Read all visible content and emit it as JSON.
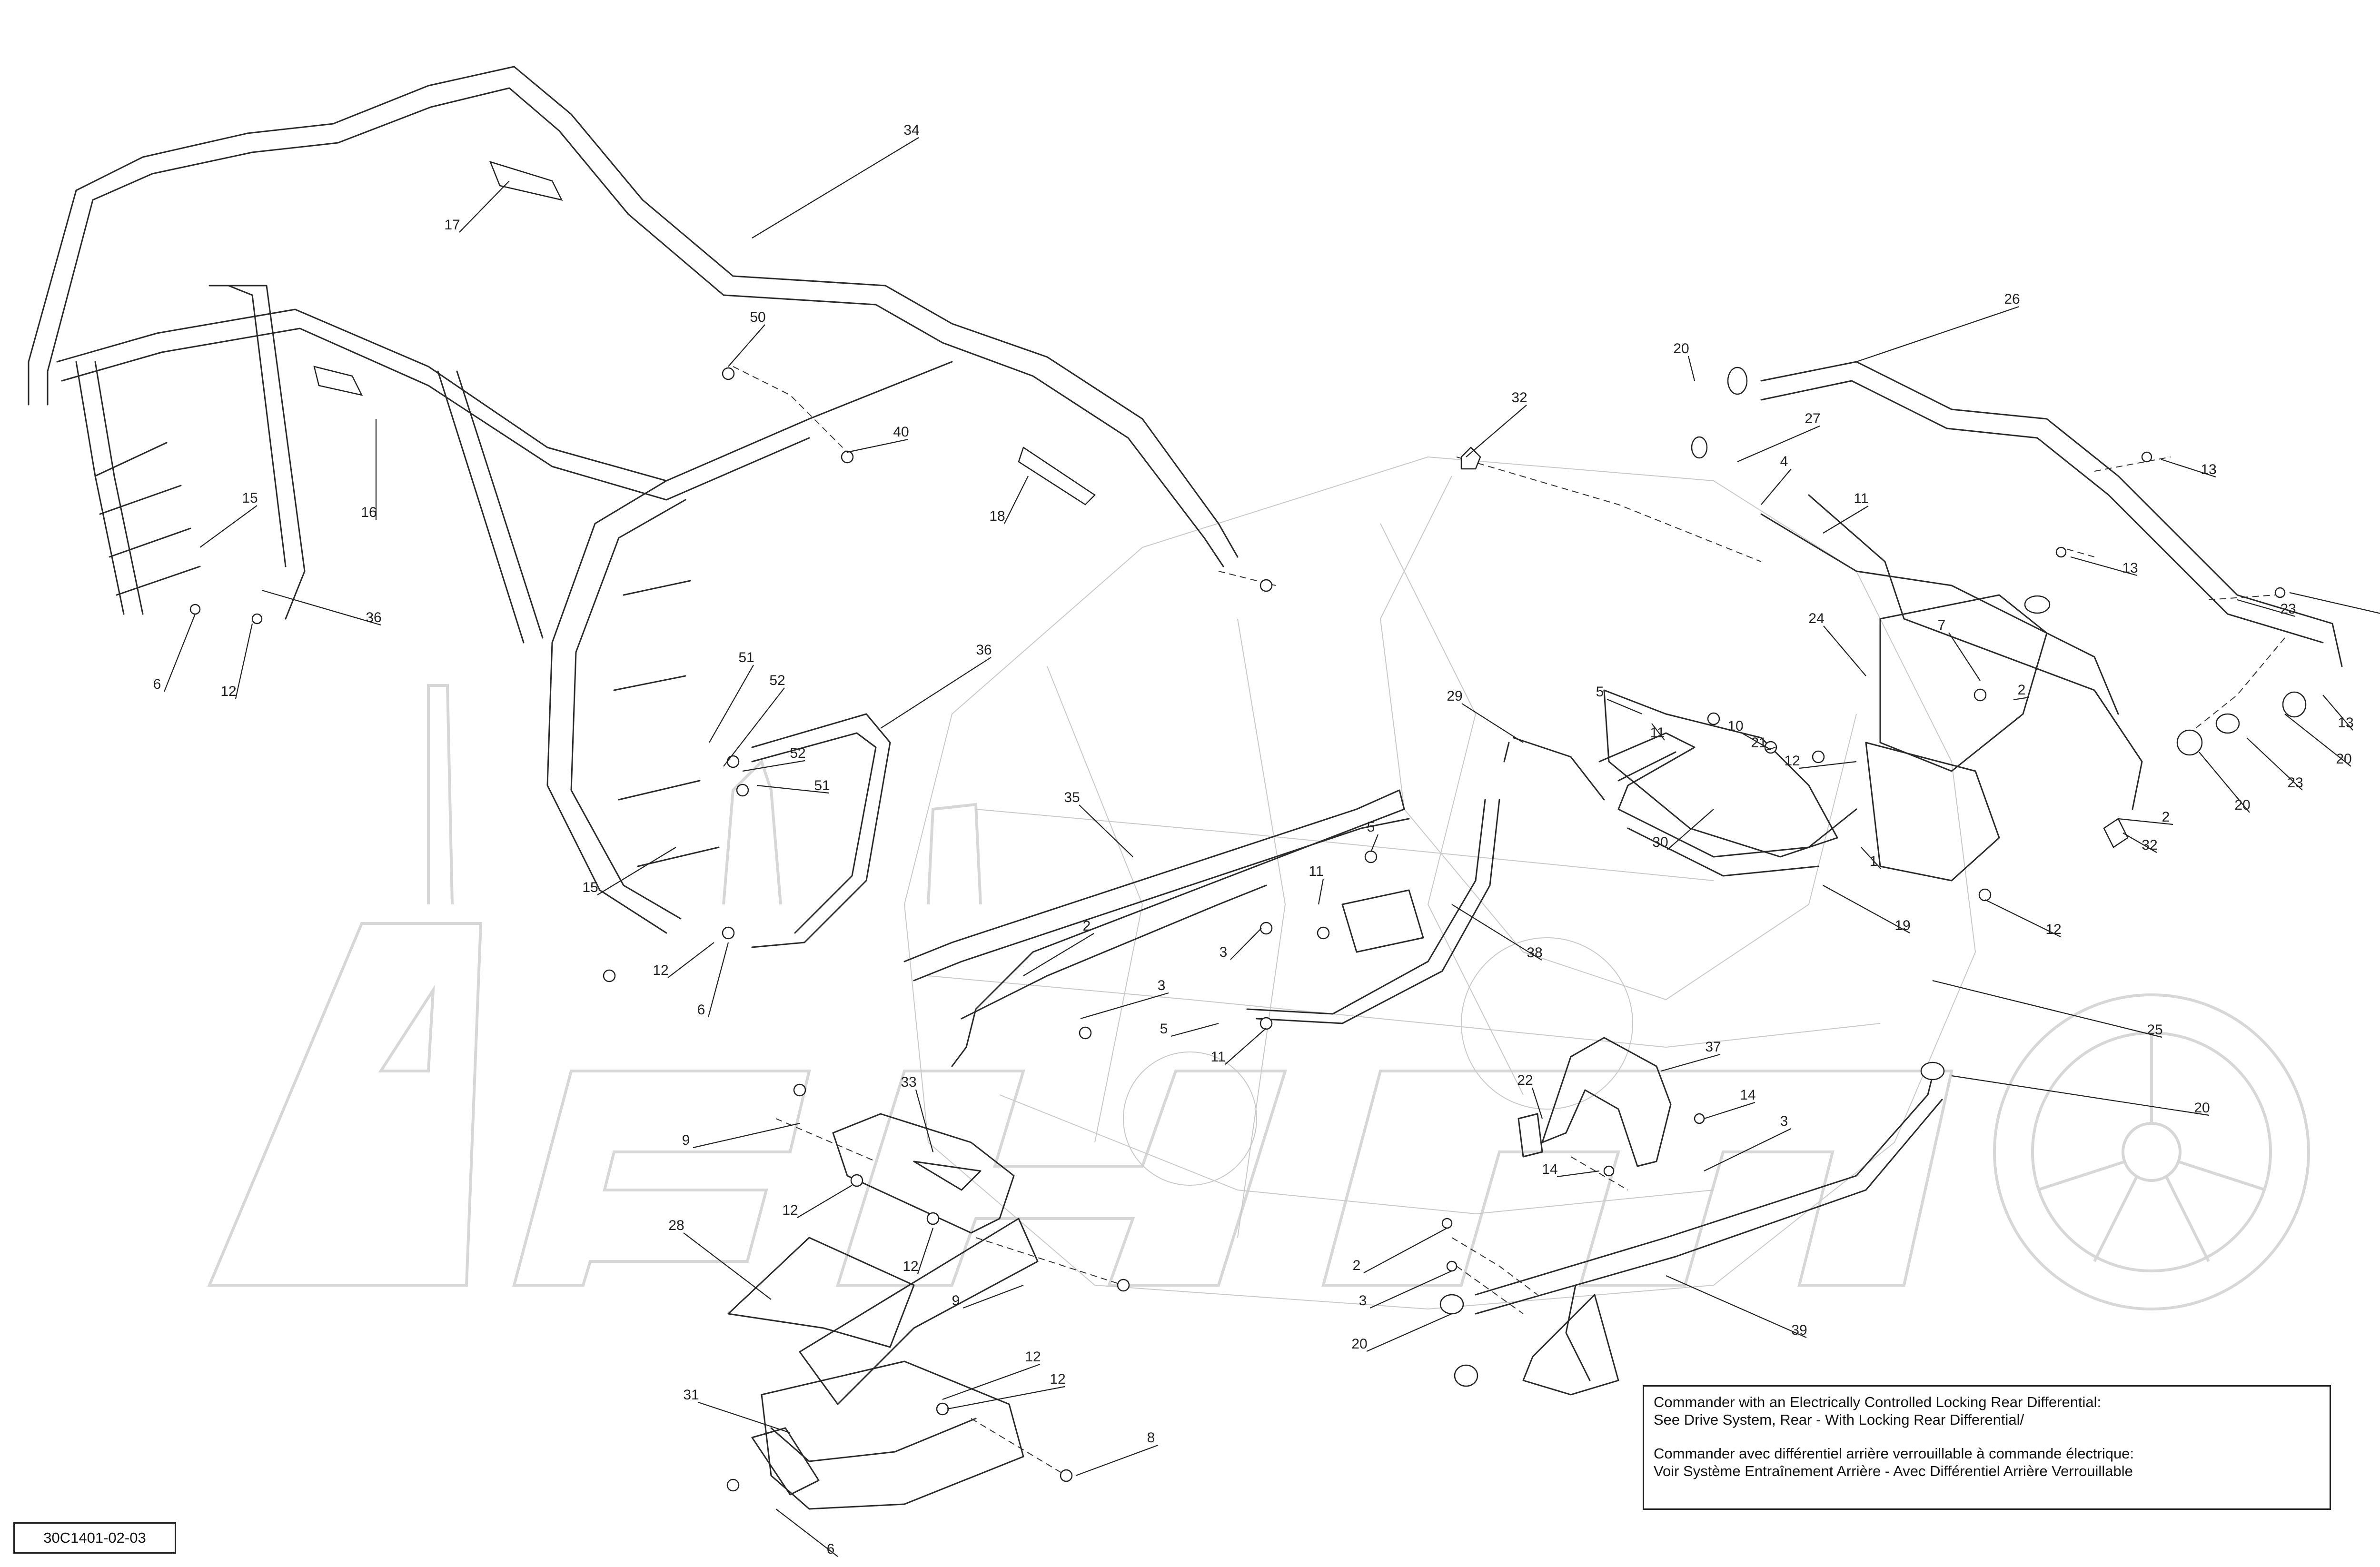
{
  "diagram": {
    "reference": "30C1401-02-03",
    "notes": [
      "Commander with an Electrically Controlled Locking Rear Differential:",
      "See Drive System, Rear - With Locking Rear Differential/",
      "Commander avec différentiel arrière verrouillable à commande électrique:",
      "Voir Système Entraînement Arrière - Avec Différentiel Arrière Verrouillable"
    ],
    "callouts": [
      "34",
      "17",
      "50",
      "40",
      "18",
      "16",
      "15",
      "36",
      "6",
      "12",
      "51",
      "52",
      "52",
      "51",
      "36",
      "15",
      "12",
      "6",
      "35",
      "2",
      "5",
      "11",
      "3",
      "38",
      "3",
      "5",
      "11",
      "29",
      "5",
      "11",
      "10",
      "21",
      "12",
      "30",
      "1",
      "19",
      "12",
      "32",
      "32",
      "26",
      "20",
      "27",
      "4",
      "11",
      "13",
      "13",
      "13",
      "24",
      "7",
      "23",
      "2",
      "2",
      "23",
      "20",
      "20",
      "13",
      "25",
      "37",
      "22",
      "14",
      "14",
      "3",
      "20",
      "39",
      "2",
      "3",
      "20",
      "33",
      "9",
      "12",
      "12",
      "9",
      "28",
      "12",
      "12",
      "31",
      "8",
      "6"
    ]
  }
}
